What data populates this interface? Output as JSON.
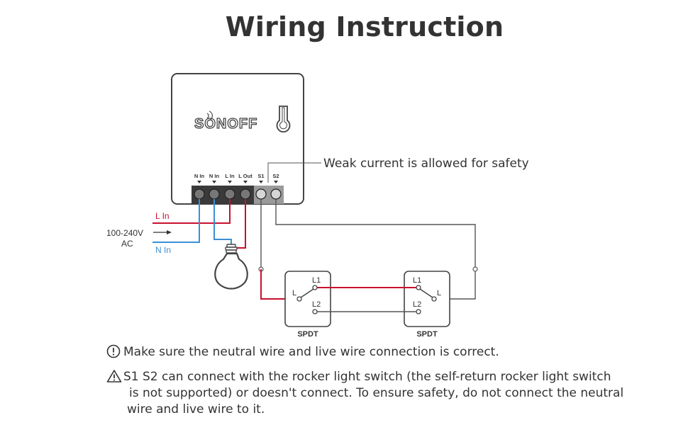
{
  "title": "Wiring Instruction",
  "device": {
    "brand": "SONOFF",
    "terminals": [
      "N In",
      "N In",
      "L In",
      "L Out",
      "S1",
      "S2"
    ]
  },
  "callout": "Weak current is allowed for safety",
  "supply": {
    "voltage": "100-240V",
    "type": "AC",
    "live_label": "L In",
    "neutral_label": "N In"
  },
  "switch_left": {
    "common": "L",
    "t1": "L1",
    "t2": "L2",
    "caption": "SPDT"
  },
  "switch_right": {
    "common": "L",
    "t1": "L1",
    "t2": "L2",
    "caption": "SPDT"
  },
  "notes": {
    "note1": "Make sure the neutral wire and live wire connection is correct.",
    "note2_line1": "S1  S2 can connect with the rocker light switch (the self-return rocker light switch",
    "note2_line2": "is not supported) or doesn't connect. To ensure safety, do not connect the neutral",
    "note2_line3": "wire and live wire to it."
  },
  "colors": {
    "live": "#c8102e",
    "neutral": "#3a8fd6",
    "wire": "#555555",
    "device_outline": "#444444",
    "text": "#333333"
  }
}
